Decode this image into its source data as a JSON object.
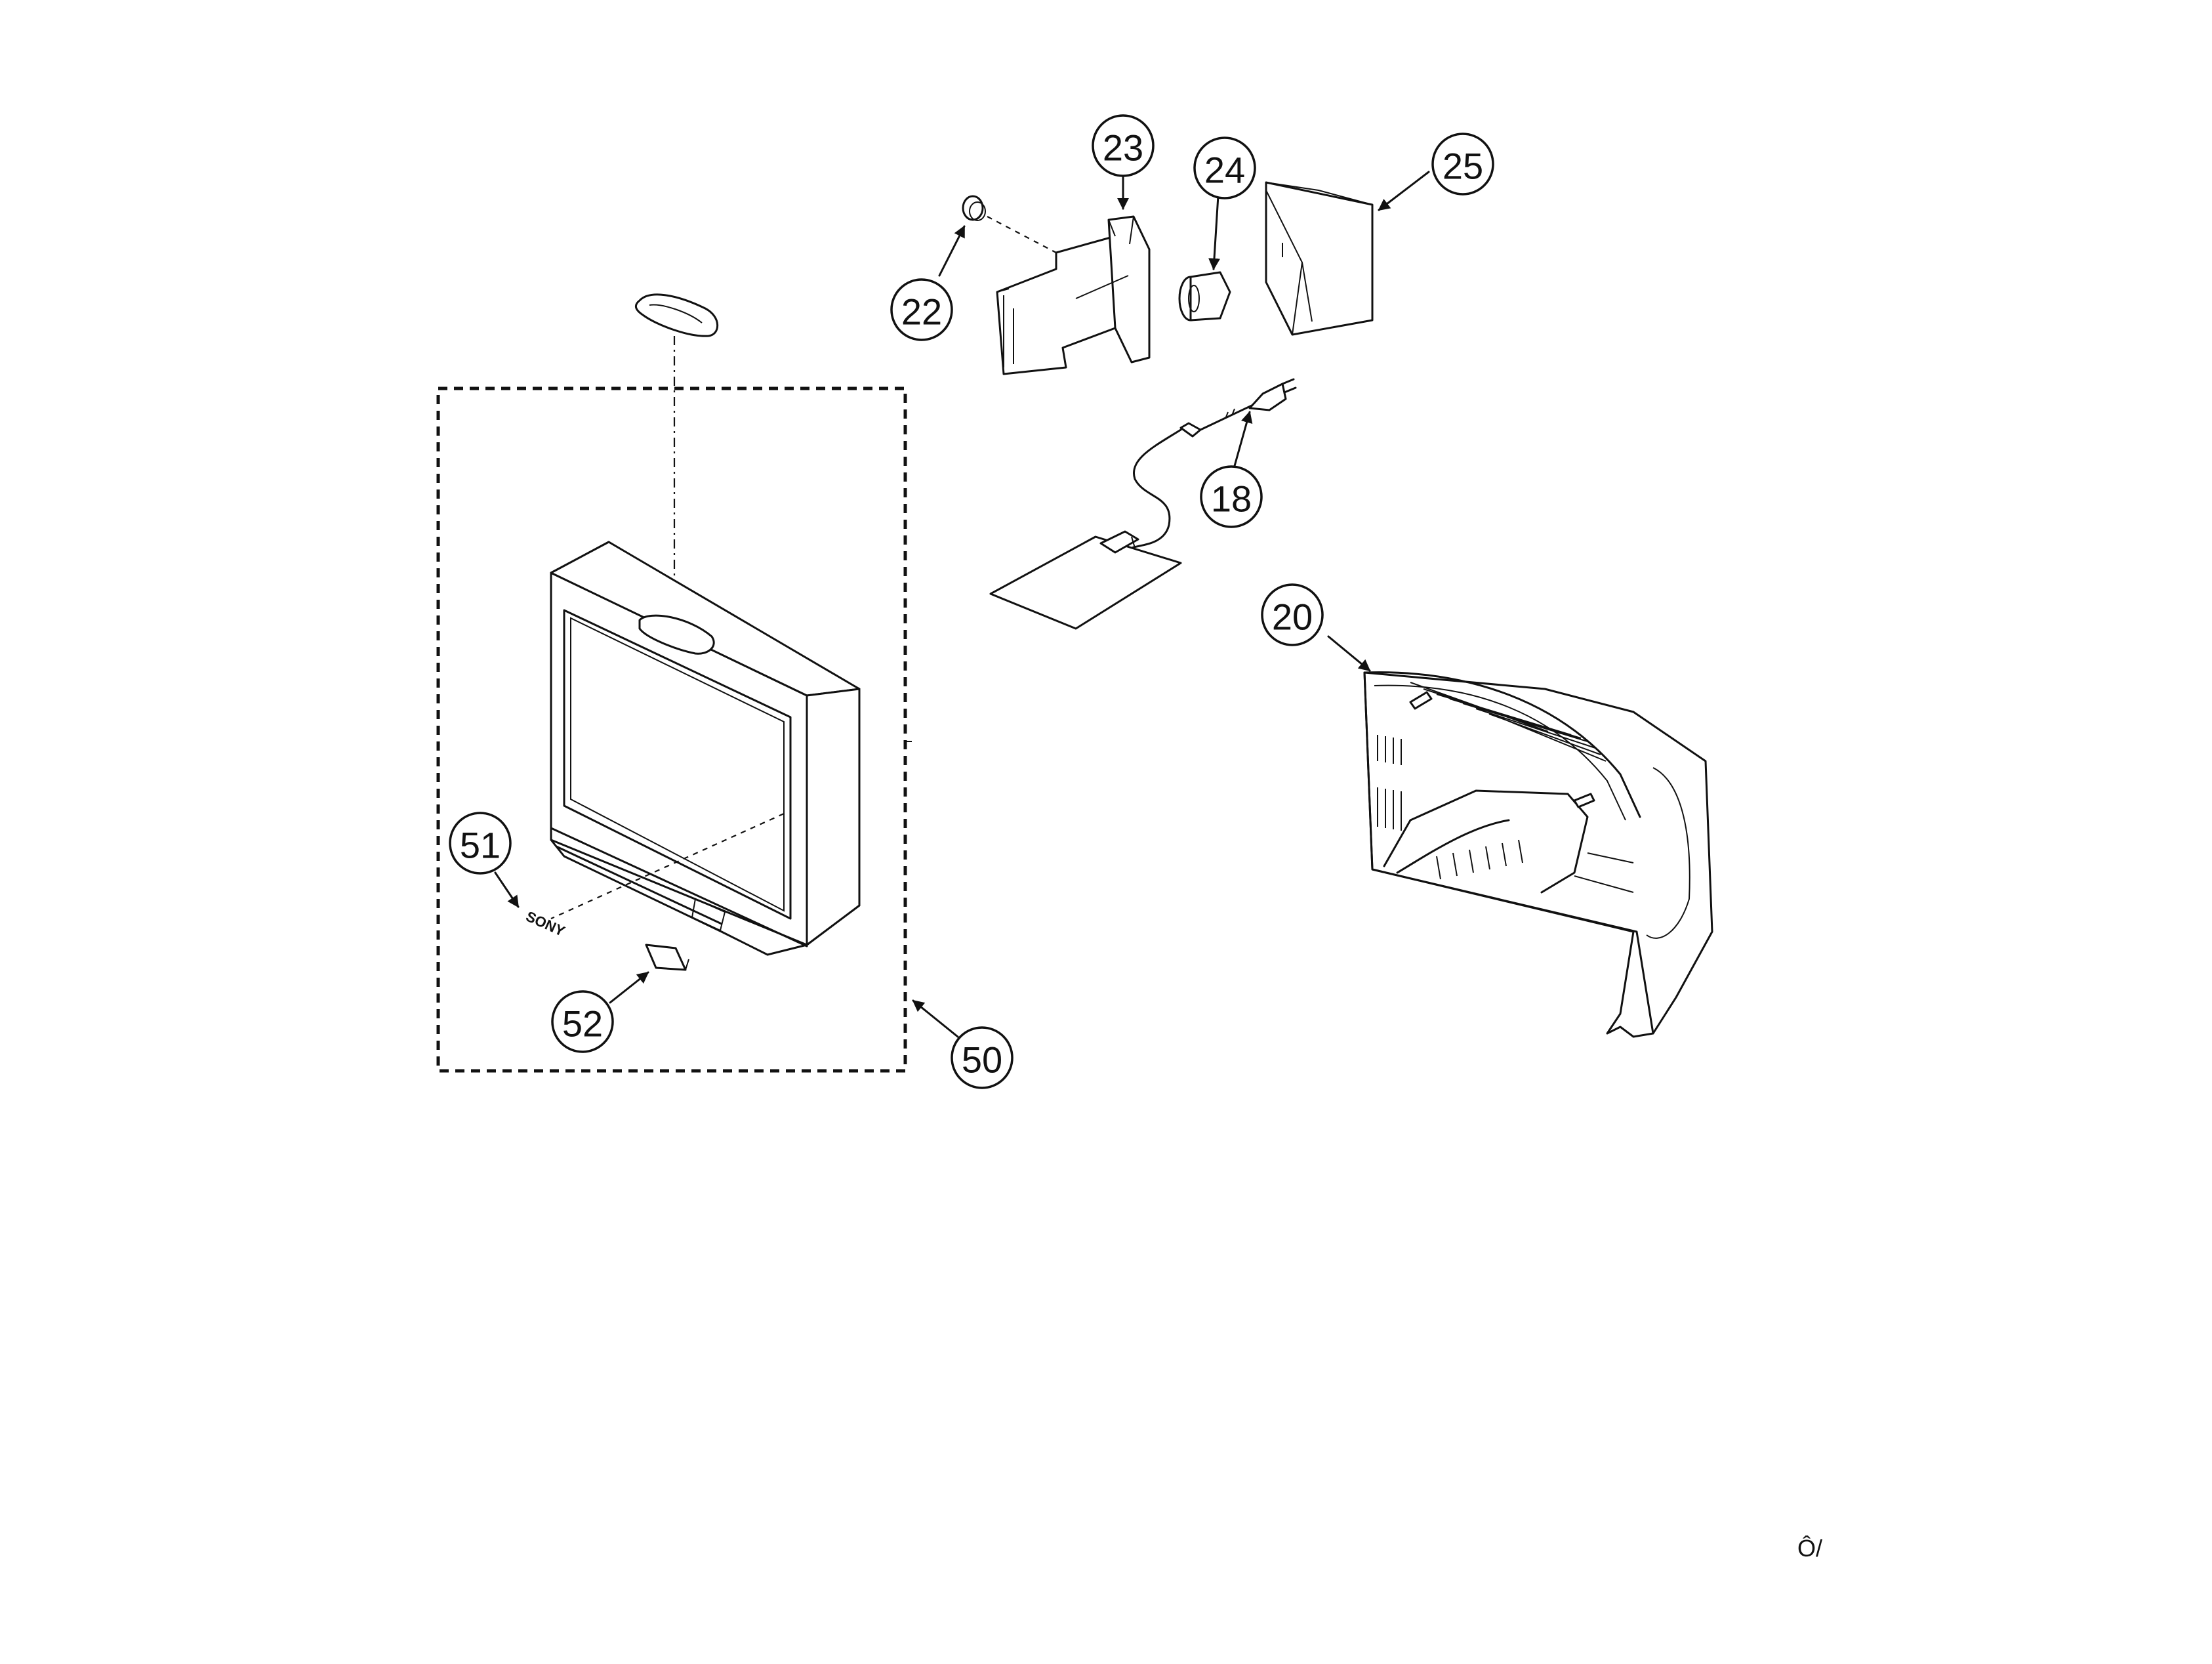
{
  "diagram": {
    "callouts": [
      {
        "id": "22",
        "label": "22"
      },
      {
        "id": "23",
        "label": "23"
      },
      {
        "id": "24",
        "label": "24"
      },
      {
        "id": "25",
        "label": "25"
      },
      {
        "id": "18",
        "label": "18"
      },
      {
        "id": "20",
        "label": "20"
      },
      {
        "id": "51",
        "label": "51"
      },
      {
        "id": "52",
        "label": "52"
      },
      {
        "id": "50",
        "label": "50"
      }
    ],
    "emblem_text": "SONY",
    "page_mark": "Ô/"
  }
}
